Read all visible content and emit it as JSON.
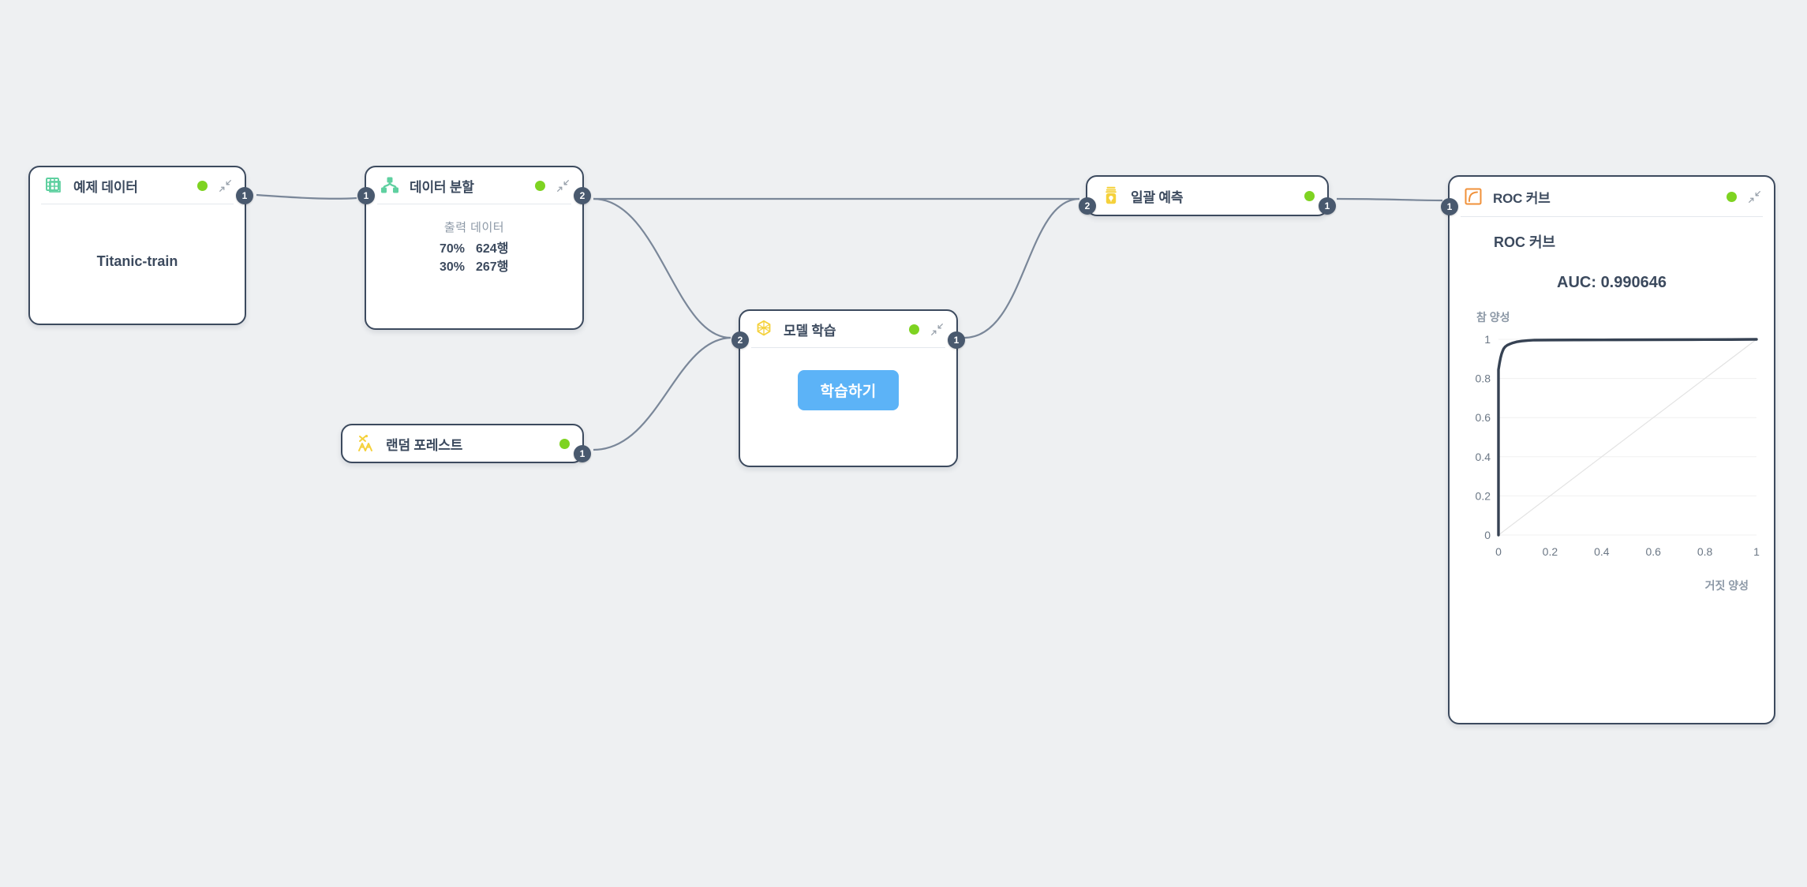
{
  "canvas": {
    "background": "#eef0f2"
  },
  "theme": {
    "node_border": "#3c4a5e",
    "port_fill": "#49596e",
    "status_green": "#7ed321",
    "edge_color": "#7a8799",
    "accent_blue": "#5cb3f7",
    "icon_green": "#5fd0a0",
    "icon_yellow": "#f5d13b",
    "icon_orange": "#f0913a",
    "curve_color": "#364253"
  },
  "nodes": [
    {
      "id": "example-data",
      "title": "예제 데이터",
      "icon": "table-grid-icon",
      "status": "ready",
      "dataset_name": "Titanic-train",
      "ports": {
        "out": [
          "1"
        ]
      }
    },
    {
      "id": "data-split",
      "title": "데이터 분할",
      "icon": "split-tree-icon",
      "status": "ready",
      "caption": "출력 데이터",
      "rows": [
        {
          "pct": "70%",
          "count": "624행"
        },
        {
          "pct": "30%",
          "count": "267행"
        }
      ],
      "ports": {
        "in": [
          "1"
        ],
        "out": [
          "2"
        ]
      }
    },
    {
      "id": "random-forest",
      "title": "랜덤 포레스트",
      "icon": "random-forest-icon",
      "status": "ready",
      "ports": {
        "out": [
          "1"
        ]
      }
    },
    {
      "id": "model-training",
      "title": "모델 학습",
      "icon": "model-polyhedron-icon",
      "status": "ready",
      "button_label": "학습하기",
      "ports": {
        "in": [
          "2"
        ],
        "out": [
          "1"
        ]
      }
    },
    {
      "id": "batch-predict",
      "title": "일괄 예측",
      "icon": "batch-predict-icon",
      "status": "ready",
      "ports": {
        "in": [
          "2"
        ],
        "out": [
          "1"
        ]
      }
    },
    {
      "id": "roc",
      "title": "ROC 커브",
      "icon": "roc-curve-icon",
      "status": "ready",
      "ports": {
        "in": [
          "1"
        ]
      }
    }
  ],
  "roc_panel": {
    "header_title": "ROC 커브",
    "chart_title": "ROC 커브",
    "auc_label": "AUC: 0.990646"
  },
  "chart_data": {
    "type": "line",
    "title": "ROC 커브",
    "annotation": "AUC: 0.990646",
    "auc": 0.990646,
    "xlabel": "거짓 양성",
    "ylabel": "참 양성",
    "xlim": [
      0,
      1
    ],
    "ylim": [
      0,
      1
    ],
    "xticks": [
      "0",
      "0.2",
      "0.4",
      "0.6",
      "0.8",
      "1"
    ],
    "yticks": [
      "0",
      "0.2",
      "0.4",
      "0.6",
      "0.8",
      "1"
    ],
    "grid": true,
    "legend": "none",
    "series": [
      {
        "name": "ROC",
        "x": [
          0,
          0,
          0.004,
          0.008,
          0.012,
          0.016,
          0.02,
          0.026,
          0.034,
          0.044,
          0.056,
          0.07,
          0.09,
          0.115,
          0.14,
          0.2,
          0.3,
          0.45,
          0.6,
          0.75,
          0.9,
          1
        ],
        "y": [
          0,
          0.845,
          0.878,
          0.905,
          0.925,
          0.94,
          0.952,
          0.962,
          0.97,
          0.976,
          0.982,
          0.987,
          0.991,
          0.994,
          0.996,
          0.9965,
          0.997,
          0.9975,
          0.998,
          0.9985,
          0.999,
          1
        ]
      },
      {
        "name": "chance-diagonal",
        "x": [
          0,
          1
        ],
        "y": [
          0,
          1
        ]
      }
    ]
  }
}
